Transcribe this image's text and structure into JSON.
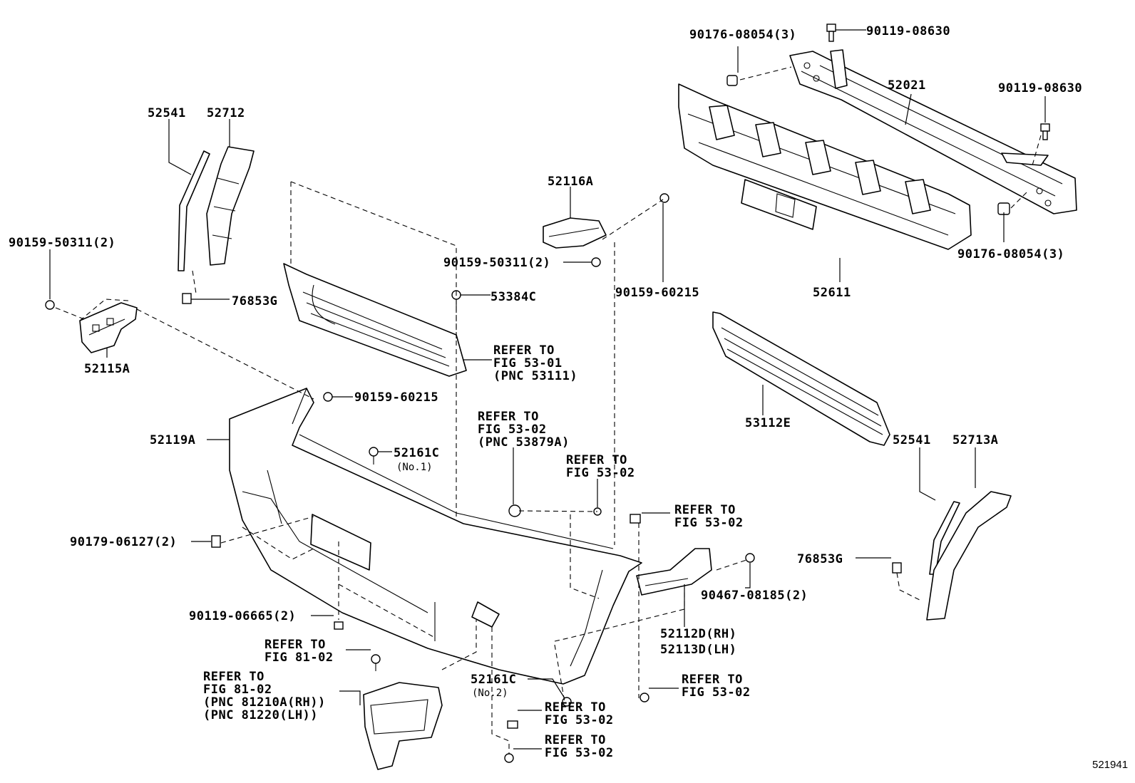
{
  "labels": {
    "p90176_top": "90176-08054(3)",
    "p90119_top": "90119-08630",
    "p52021": "52021",
    "p90119_right": "90119-08630",
    "p90176_right": "90176-08054(3)",
    "p52611": "52611",
    "p52541_left": "52541",
    "p52712": "52712",
    "p90159_left": "90159-50311(2)",
    "p76853g_left": "76853G",
    "p52115a": "52115A",
    "p52116a": "52116A",
    "p90159_mid": "90159-50311(2)",
    "p90159_60215_top": "90159-60215",
    "p53384c": "53384C",
    "ref_53_01_a": "REFER TO",
    "ref_53_01_b": "FIG 53-01",
    "ref_53_01_c": "(PNC 53111)",
    "p90159_60215_mid": "90159-60215",
    "p53112e": "53112E",
    "p52119a": "52119A",
    "p52161c_1": "52161C",
    "p52161c_1_sub": "(No.1)",
    "ref_53879_a": "REFER TO",
    "ref_53879_b": "FIG 53-02",
    "ref_53879_c": "(PNC 53879A)",
    "ref_53_02_mid_a": "REFER TO",
    "ref_53_02_mid_b": "FIG 53-02",
    "p52541_right": "52541",
    "p52713a": "52713A",
    "ref_53_02_right_a": "REFER TO",
    "ref_53_02_right_b": "FIG 53-02",
    "p90179": "90179-06127(2)",
    "p76853g_right": "76853G",
    "p90467": "90467-08185(2)",
    "p90119_06665": "90119-06665(2)",
    "p52112d": "52112D(RH)",
    "p52113d": "52113D(LH)",
    "ref_81_a": "REFER TO",
    "ref_81_b": "FIG 81-02",
    "ref_81lamp_a": "REFER TO",
    "ref_81lamp_b": "FIG 81-02",
    "ref_81lamp_c": "(PNC 81210A(RH))",
    "ref_81lamp_d": "(PNC 81220(LH))",
    "p52161c_2": "52161C",
    "p52161c_2_sub": "(No.2)",
    "ref_53_02_low1_a": "REFER TO",
    "ref_53_02_low1_b": "FIG 53-02",
    "ref_53_02_low2_a": "REFER TO",
    "ref_53_02_low2_b": "FIG 53-02",
    "ref_53_02_br_a": "REFER TO",
    "ref_53_02_br_b": "FIG 53-02",
    "diagram_id": "521941"
  }
}
